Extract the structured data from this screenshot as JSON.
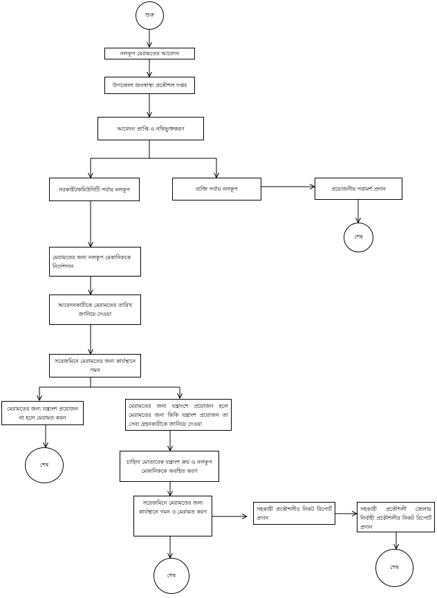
{
  "start": "শুরু",
  "steps": {
    "apply": "নলকূপ মেরামতের আবেদন",
    "upazila": "উপজেলা জনস্বাস্থ্য প্রকৌশল দপ্তর",
    "receive": "আবেদন প্রাপ্তি ও নথিভুক্তকরণ",
    "govt": "সরকারী/কমিউনিটি পর্যায় নলকূপ",
    "private": "ব্যক্তি পর্যায় নলকূপ",
    "advice": "প্রয়োজনীয় পরামর্শ প্রদান",
    "instruct": "মেরামতের জন্য নলকূপ মেকানিককে নির্দেশদান",
    "inform_date": "আবেদনকারীকে মেরামতের তারিখ জানিয়ে দেওয়া",
    "visit": "সরেজমিনে মেরামতের জন্য কার্যস্থানে গমন",
    "no_parts": "মেরামতের জন্য যন্ত্রাংশ প্রয়োজন না হলে মেরামত করন",
    "parts_needed": "মেরামতের জন্য যন্ত্রাংশে প্রয়োজন হলে মেরামতের জন্য কিকি যন্ত্রাংশ প্রয়োজন তা সেবা গ্রহনকারীকে জানিয়ে দেওয়া",
    "buy_parts": "চাহিদা মোতাবেক যন্ত্রাংশ ক্রয় ও নলকূপ মেকানিককে অবহিত করণ",
    "visit_repair": "সরেজমিনে মেরামতের জন্য কার্যস্থানে গমন ও মেরামত করণ",
    "report_ae": "সহকারী প্রকৌশলীর নিকট রিপোর্ট প্রদান",
    "report_ee": "সহকারী প্রকৌশলী জেলায় নির্বাহী প্রকৌশলীর নিকট রিপোর্ট প্রদান"
  },
  "end": "শেষ"
}
